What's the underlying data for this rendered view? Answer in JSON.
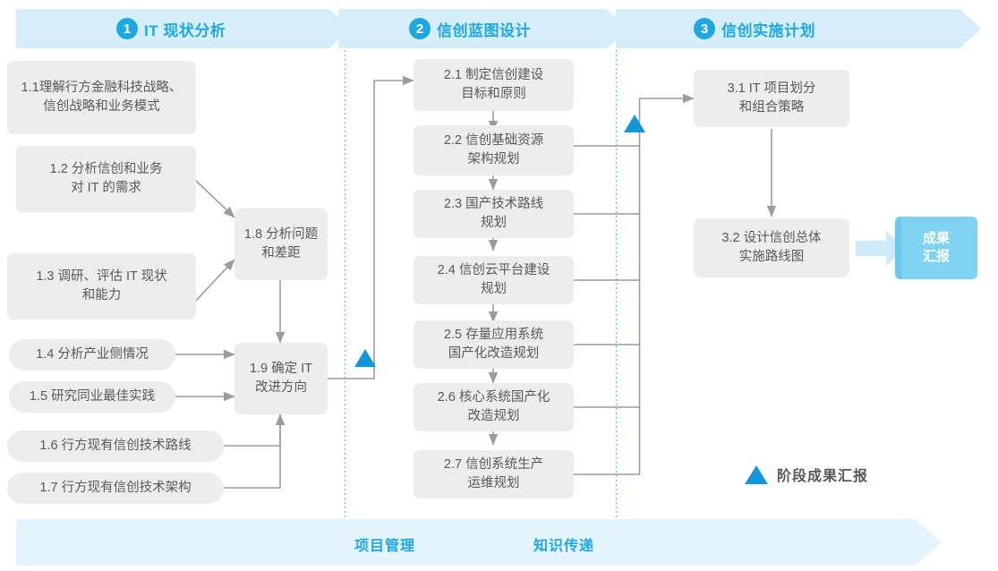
{
  "colors": {
    "accent": "#1EA7E1",
    "accent_dark": "#1397DA",
    "band": "#E3F4FC",
    "header_band": "#D6EEF9",
    "box_bg": "#EDEDED",
    "box_text": "#595959",
    "badge_bg": "#7FD2F0",
    "connector": "#9C9C9C",
    "divider": "#5BC2EA"
  },
  "header": {
    "phases": [
      {
        "number": "1",
        "title": "IT 现状分析"
      },
      {
        "number": "2",
        "title": "信创蓝图设计"
      },
      {
        "number": "3",
        "title": "信创实施计划"
      }
    ]
  },
  "phase1": {
    "boxes": [
      {
        "id": "1.1",
        "text": "1.1理解行方金融科技战略、\n信创战略和业务模式"
      },
      {
        "id": "1.2",
        "text": "1.2 分析信创和业务\n对 IT 的需求"
      },
      {
        "id": "1.3",
        "text": "1.3 调研、评估 IT 现状\n和能力"
      },
      {
        "id": "1.4",
        "text": "1.4 分析产业侧情况"
      },
      {
        "id": "1.5",
        "text": "1.5 研究同业最佳实践"
      },
      {
        "id": "1.6",
        "text": "1.6 行方现有信创技术路线"
      },
      {
        "id": "1.7",
        "text": "1.7 行方现有信创技术架构"
      },
      {
        "id": "1.8",
        "text": "1.8 分析问题\n和差距"
      },
      {
        "id": "1.9",
        "text": "1.9 确定 IT\n改进方向"
      }
    ]
  },
  "phase2": {
    "boxes": [
      {
        "id": "2.1",
        "text": "2.1 制定信创建设\n目标和原则"
      },
      {
        "id": "2.2",
        "text": "2.2 信创基础资源\n架构规划"
      },
      {
        "id": "2.3",
        "text": "2.3 国产技术路线\n规划"
      },
      {
        "id": "2.4",
        "text": "2.4 信创云平台建设\n规划"
      },
      {
        "id": "2.5",
        "text": "2.5 存量应用系统\n国产化改造规划"
      },
      {
        "id": "2.6",
        "text": "2.6 核心系统国产化\n改造规划"
      },
      {
        "id": "2.7",
        "text": "2.7 信创系统生产\n运维规划"
      }
    ]
  },
  "phase3": {
    "boxes": [
      {
        "id": "3.1",
        "text": "3.1 IT 项目划分\n和组合策略"
      },
      {
        "id": "3.2",
        "text": "3.2 设计信创总体\n实施路线图"
      }
    ],
    "result_badge": "成果\n汇报"
  },
  "legend": {
    "icon": "triangle-milestone-icon",
    "label": "阶段成果汇报"
  },
  "bottom_band": {
    "labels": [
      "项目管理",
      "知识传递"
    ]
  }
}
